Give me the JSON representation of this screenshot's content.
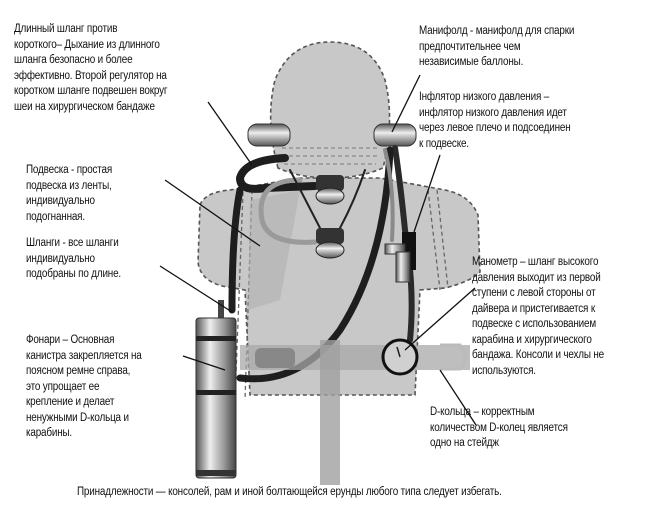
{
  "labels": {
    "long_hose": "Длинный шланг против\nкороткого– Дыхание  из длинного\nшланга безопасно и более\nэффективно. Второй регулятор на\nкоротком шланге подвешен вокруг\nшеи на хирургическом бандаже",
    "manifold": "Манифолд - манифолд для спарки\nпредпочтительнее чем\nнезависимые баллоны.",
    "inflator": "Інфлятор низкого давления –\nинфлятор низкого давления идет\nчерез левое плечо и подсоединен\nк подвеске.",
    "harness": "Подвеска - простая\nподвеска из ленты,\nиндивидуально\nподогнанная.",
    "hoses": "Шланги - все шланги\nиндивидуально\nподобраны по длине.",
    "light": "Фонари – Основная\nканистра закрепляется на\nпоясном ремне справа,\nэто упрощает ее\nкрепление и делает\nненужными D-кольца и\nкарабины.",
    "gauge": "Манометр – шланг высокого\nдавления выходит из первой\nступени с левой стороны от\nдайвера и пристегивается к\nподвеске с использованием\nкарабина и хирургического\nбандажа. Консоли и чехлы не\nиспользуются.",
    "d_rings": "D-кольца – корректным\nколичеством  D-колец является\nодно на стейдж",
    "accessories": "Принадлежности — консолей, рам  и иной болтающейся ерунды любого типа следует избегать."
  },
  "colors": {
    "background": "#ffffff",
    "body_fill": "#c8c8c8",
    "body_stroke": "#555555",
    "hose_dark": "#1e1e1e",
    "hose_light": "#9a9a9a",
    "belt": "#a8a8a8",
    "text": "#111111"
  }
}
